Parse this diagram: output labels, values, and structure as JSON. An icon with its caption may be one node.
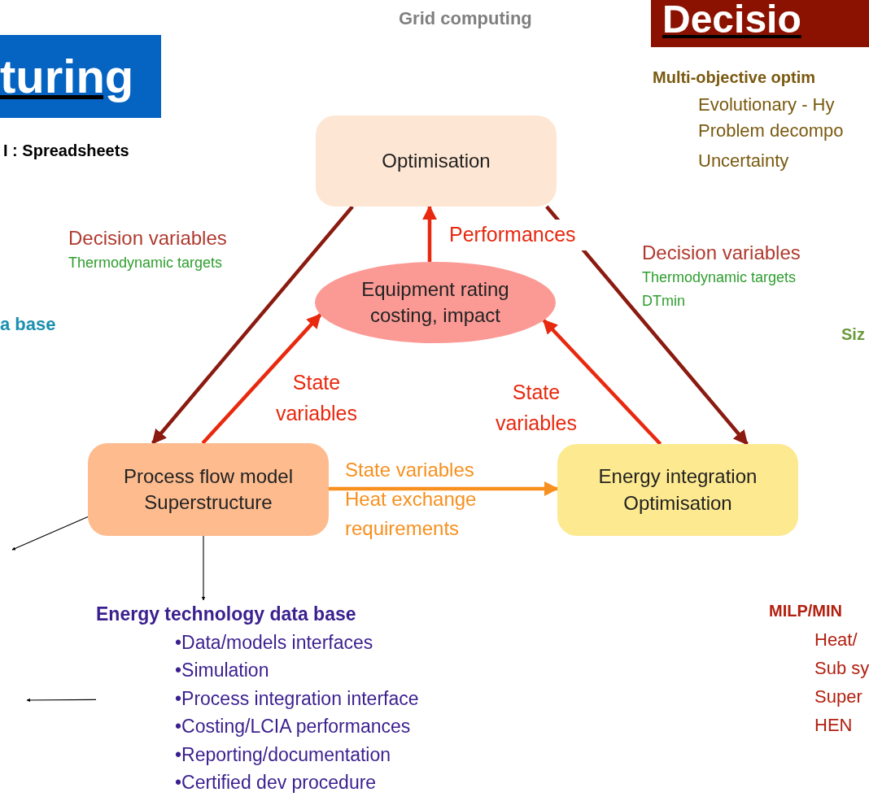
{
  "diagram": {
    "nodes": [
      {
        "text": [
          "Optimisation"
        ]
      },
      {
        "text": [
          "Equipment rating costing, impact"
        ]
      },
      {
        "text": [
          "Process flow model Superstructure"
        ]
      },
      {
        "text": [
          "Energy integration Optimisation"
        ]
      },
      {
        "text": [
          "Energy technology data base",
          "•Data/models interfaces",
          "•Simulation",
          "•Process integration interface",
          "•Costing/LCIA performances",
          "•Reporting/documentation",
          "•Certified dev procedure"
        ]
      },
      {
        "text": [
          "turing"
        ]
      },
      {
        "text": [
          "Decisio"
        ]
      }
    ],
    "edges": [
      {
        "from": 0,
        "to": 2,
        "arrow": "to",
        "color": "#8b1a10"
      },
      {
        "from": 0,
        "to": 3,
        "arrow": "to",
        "color": "#8b1a10"
      },
      {
        "from": 1,
        "to": 0,
        "arrow": "to",
        "label": "Performances",
        "color": "#e8290f"
      },
      {
        "from": 2,
        "to": 1,
        "arrow": "to",
        "label": "State variables",
        "color": "#e8290f"
      },
      {
        "from": 3,
        "to": 1,
        "arrow": "to",
        "label": "State variables",
        "color": "#e8290f"
      },
      {
        "from": 2,
        "to": 3,
        "arrow": "to",
        "label": "State variables Heat exchange requirements",
        "color": "#f7901e"
      },
      {
        "from": 2,
        "to": 4,
        "arrow": "to",
        "color": "#000000"
      },
      {
        "from": 2,
        "to": null,
        "arrow": "to",
        "color": "#000000"
      },
      {
        "from": 4,
        "to": null,
        "arrow": "to",
        "color": "#000000"
      }
    ],
    "labels": [
      "Grid computing",
      "I : Spreadsheets",
      "Multi-objective optim",
      "Evolutionary - Hy",
      "Problem decompo",
      "Uncertainty",
      "Decision variables",
      "Thermodynamic targets",
      "Decision variables",
      "Thermodynamic targets",
      "DTmin",
      "a base",
      "Siz",
      "MILP/MIN",
      "Heat/",
      "Sub sy",
      "Super",
      "HEN"
    ]
  }
}
